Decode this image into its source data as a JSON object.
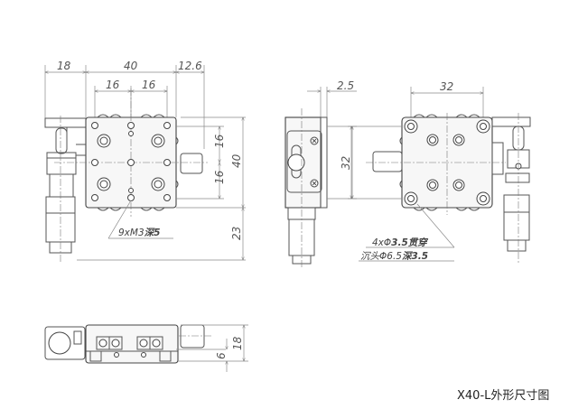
{
  "title": "X40-L外形尺寸图",
  "views": {
    "top_view": {
      "dims": {
        "left_width": "18",
        "stage_width": "40",
        "right_offset": "12.6",
        "hole_pitch_left": "16",
        "hole_pitch_right": "16",
        "height_upper": "16",
        "height_lower": "16",
        "stage_height": "40",
        "micrometer_extension": "23"
      },
      "note": {
        "prefix": "9xM3",
        "suffix": "深5"
      }
    },
    "side_view": {
      "dims": {
        "plate_thickness": "2.5",
        "hole_spacing": "32"
      }
    },
    "bottom_view": {
      "dims": {
        "hole_pitch": "32",
        "hole_spacing_vertical": "32"
      },
      "note": {
        "line1_prefix": "4xΦ",
        "line1_bold": "3.5贯穿",
        "line2_prefix": "沉头Φ6.5",
        "line2_bold": "深3.5"
      }
    },
    "front_view": {
      "dims": {
        "total_height": "18",
        "base_height": "6"
      }
    }
  }
}
